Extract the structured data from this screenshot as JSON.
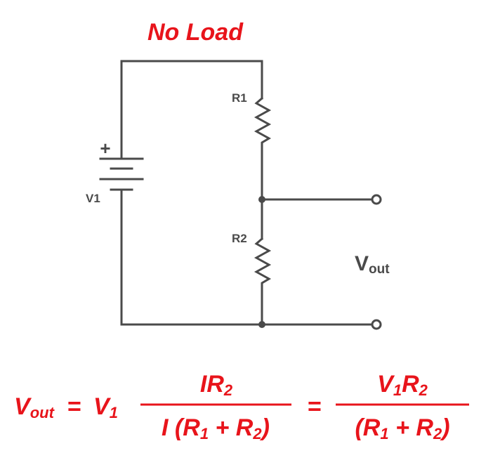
{
  "title": "No Load",
  "labels": {
    "r1": "R1",
    "r2": "R2",
    "v1": "V1",
    "plus": "+",
    "vout_main": "V",
    "vout_sub": "out"
  },
  "equation": {
    "lhs_main": "V",
    "lhs_sub": "out",
    "eq1": "=",
    "v1_main": "V",
    "v1_sub": "1",
    "num1_main": "IR",
    "num1_sub": "2",
    "den1_a": "I (R",
    "den1_a_sub": "1",
    "den1_b": " + R",
    "den1_b_sub": "2",
    "den1_c": ")",
    "eq2": "=",
    "num2_a": "V",
    "num2_a_sub": "1",
    "num2_b": "R",
    "num2_b_sub": "2",
    "den2_a": "(R",
    "den2_a_sub": "1",
    "den2_b": " + R",
    "den2_b_sub": "2",
    "den2_c": ")"
  },
  "colors": {
    "accent": "#e8141b",
    "wire": "#4a4a4a"
  }
}
